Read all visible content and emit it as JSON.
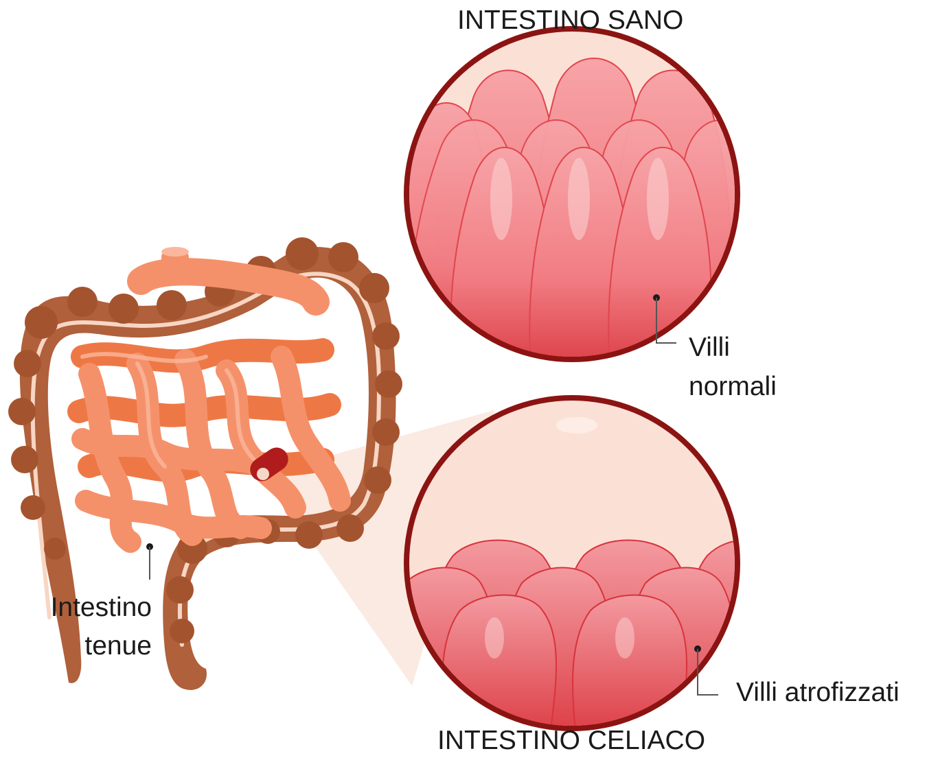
{
  "titles": {
    "healthy": "INTESTINO SANO",
    "celiac": "INTESTINO CELIACO"
  },
  "labels": {
    "villi_normal_line1": "Villi",
    "villi_normal_line2": "normali",
    "villi_atrophic": "Villi atrofizzati",
    "small_intestine_line1": "Intestino",
    "small_intestine_line2": "tenue"
  },
  "colors": {
    "large_intestine": "#b0603b",
    "small_intestine": "#f5916a",
    "small_intestine_dark": "#ee7845",
    "villus": "#f48a8f",
    "villus_dark": "#e0454c",
    "circle_border": "#8b1412",
    "background_tissue": "#fbe0d6"
  }
}
